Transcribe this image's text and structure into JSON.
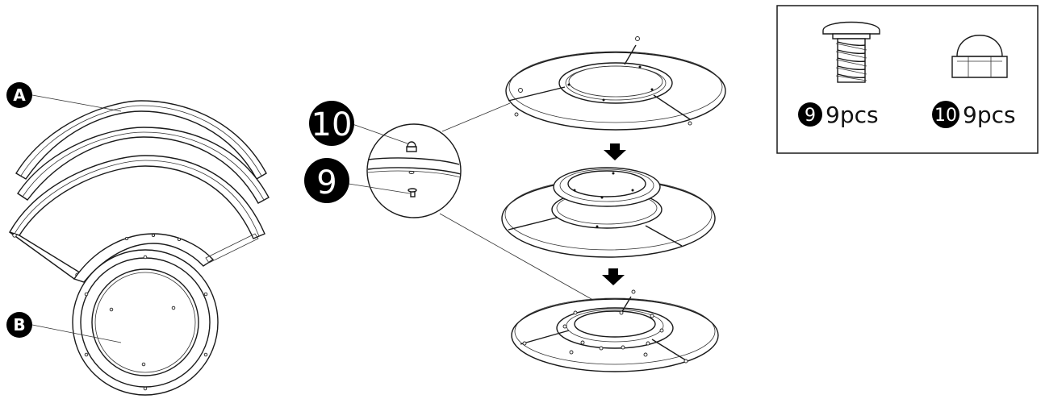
{
  "parts": {
    "a": {
      "badge": "A"
    },
    "b": {
      "badge": "B"
    }
  },
  "callouts": {
    "nut": {
      "number": "10"
    },
    "screw": {
      "number": "9"
    }
  },
  "legend": {
    "screw": {
      "number": "9",
      "qty": "9pcs",
      "icon": "screw-icon"
    },
    "nut": {
      "number": "10",
      "qty": "9pcs",
      "icon": "cap-nut-icon"
    }
  },
  "arrows": {
    "icon": "arrow-down-icon"
  },
  "colors": {
    "ink": "#000000",
    "paper": "#ffffff"
  }
}
